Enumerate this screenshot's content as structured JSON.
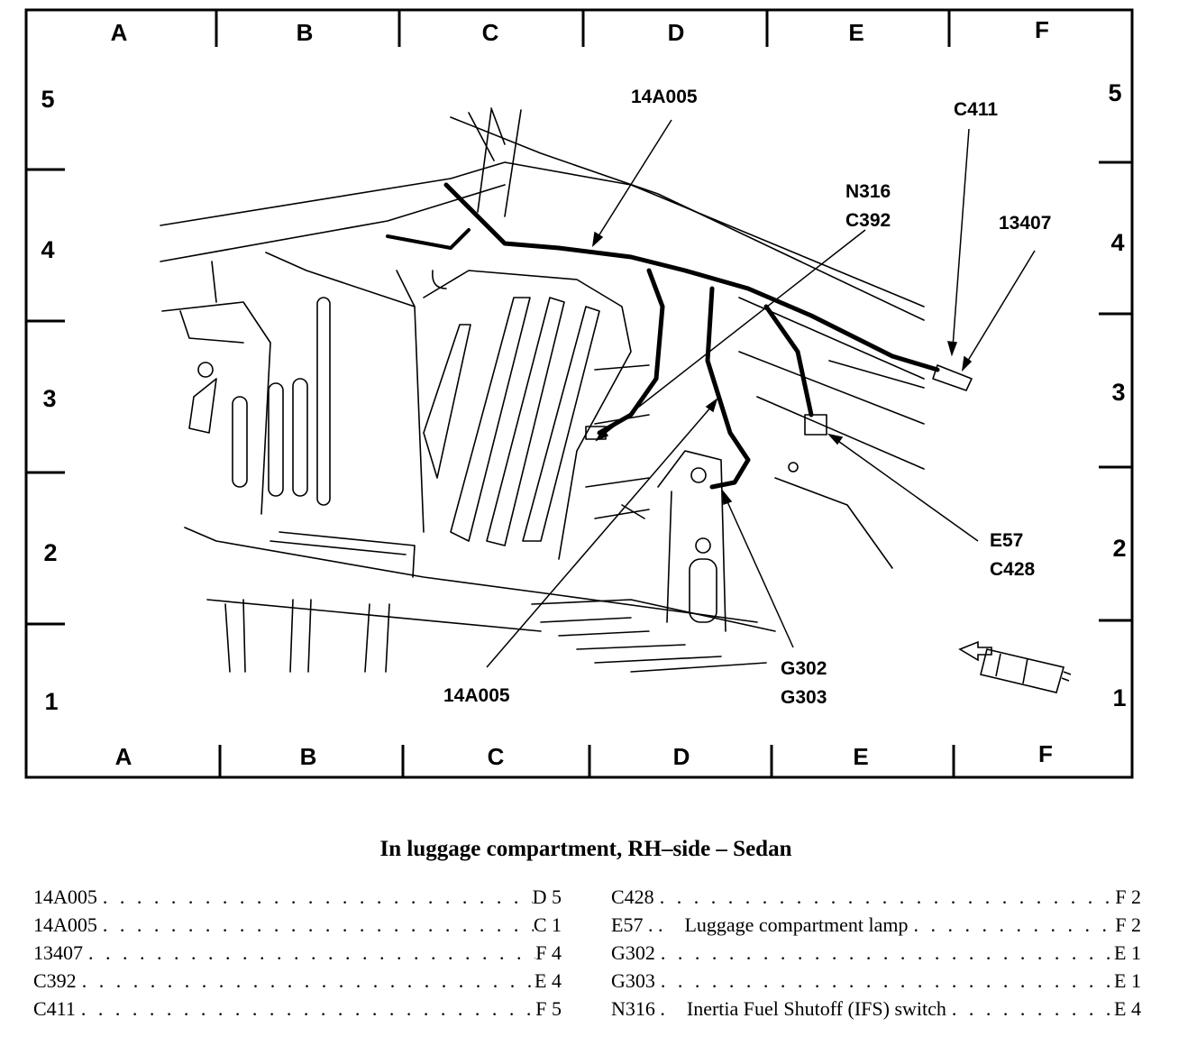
{
  "grid": {
    "columns": [
      "A",
      "B",
      "C",
      "D",
      "E",
      "F"
    ],
    "rows_left": [
      "5",
      "4",
      "3",
      "2",
      "1"
    ],
    "rows_right": [
      "5",
      "4",
      "3",
      "2",
      "1"
    ]
  },
  "callouts": {
    "c_14a005_top": "14A005",
    "c_c411": "C411",
    "c_n316": "N316",
    "c_c392": "C392",
    "c_13407": "13407",
    "c_e57": "E57",
    "c_c428": "C428",
    "c_14a005_bottom": "14A005",
    "c_g302": "G302",
    "c_g303": "G303"
  },
  "caption": "In luggage compartment, RH–side – Sedan",
  "index_left": [
    {
      "ref": "14A005",
      "desc": "",
      "loc": "D 5"
    },
    {
      "ref": "14A005",
      "desc": "",
      "loc": "C 1"
    },
    {
      "ref": "13407",
      "desc": "",
      "loc": "F 4"
    },
    {
      "ref": "C392",
      "desc": "",
      "loc": "E 4"
    },
    {
      "ref": "C411",
      "desc": "",
      "loc": "F 5"
    }
  ],
  "index_right": [
    {
      "ref": "C428",
      "desc": "",
      "loc": "F 2"
    },
    {
      "ref": "E57 . .",
      "desc": "Luggage compartment lamp",
      "loc": "F 2"
    },
    {
      "ref": "G302",
      "desc": "",
      "loc": "E 1"
    },
    {
      "ref": "G303",
      "desc": "",
      "loc": "E 1"
    },
    {
      "ref": "N316 .",
      "desc": "Inertia Fuel Shutoff (IFS) switch",
      "loc": "E 4"
    }
  ]
}
